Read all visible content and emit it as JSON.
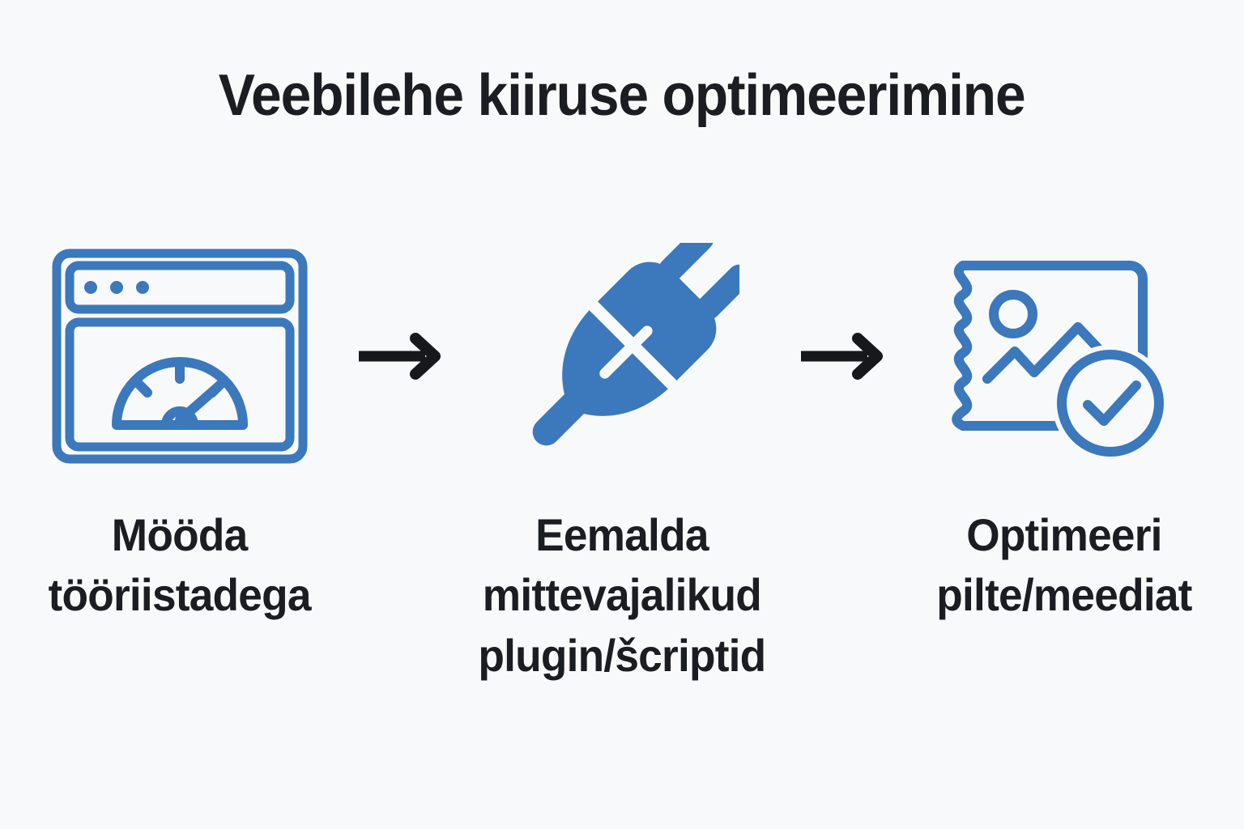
{
  "page": {
    "background_color": "#f8f9fa",
    "text_color": "#1a1d21",
    "accent_color": "#3b78bc",
    "language": "et"
  },
  "header": {
    "title": "Veebilehe kiiruse optimeerimine"
  },
  "flow": {
    "connector_label": "arrow-right",
    "steps": [
      {
        "index": 1,
        "icon": "browser-speedometer-icon",
        "label": "Mööda\ntööriistadega"
      },
      {
        "index": 2,
        "icon": "plug-disconnected-icon",
        "label": "Eemalda\nmittevajalikud\nplugin/šcriptid"
      },
      {
        "index": 3,
        "icon": "image-check-icon",
        "label": "Optimeeri\npilte/meediat"
      }
    ]
  }
}
